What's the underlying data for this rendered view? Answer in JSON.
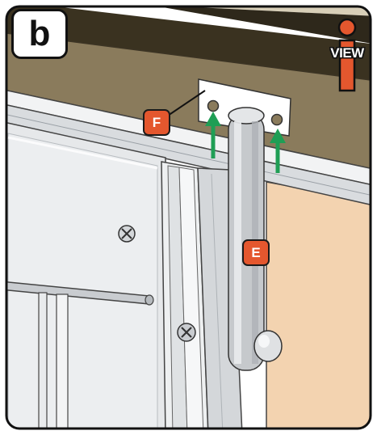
{
  "step": {
    "label": "b"
  },
  "callouts": {
    "f": "F",
    "e": "E"
  },
  "view_badge": {
    "label": "VIEW",
    "icon": "info-view-icon"
  },
  "colors": {
    "header_wood": "#8a7b5c",
    "ceiling_dark": "#3a3220",
    "frame_gray": "#e6e8ea",
    "wall_tan": "#f3d3b0",
    "arrow_green": "#1f9e55",
    "callout_orange": "#e4572e"
  }
}
